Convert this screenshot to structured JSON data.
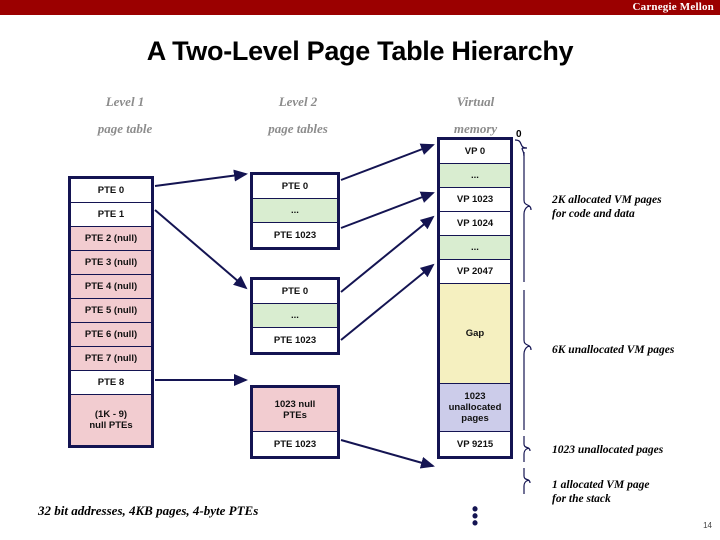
{
  "banner": {
    "org": "Carnegie Mellon"
  },
  "title": "A Two-Level Page Table Hierarchy",
  "columns": {
    "level1": {
      "line1": "Level 1",
      "line2": "page table"
    },
    "level2": {
      "line1": "Level 2",
      "line2": "page tables"
    },
    "virtual": {
      "line1": "Virtual",
      "line2": "memory"
    }
  },
  "level1_table": {
    "rows": [
      {
        "label": "PTE 0",
        "style": "white"
      },
      {
        "label": "PTE 1",
        "style": "white"
      },
      {
        "label": "PTE 2 (null)",
        "style": "pink"
      },
      {
        "label": "PTE 3 (null)",
        "style": "pink"
      },
      {
        "label": "PTE 4 (null)",
        "style": "pink"
      },
      {
        "label": "PTE 5 (null)",
        "style": "pink"
      },
      {
        "label": "PTE 6 (null)",
        "style": "pink"
      },
      {
        "label": "PTE 7 (null)",
        "style": "pink"
      },
      {
        "label": "PTE 8",
        "style": "white"
      }
    ],
    "last_row_line1": "(1K - 9)",
    "last_row_line2": "null PTEs"
  },
  "level2_tables": [
    {
      "rows": [
        {
          "label": "PTE 0",
          "style": "white"
        },
        {
          "label": "...",
          "style": "green"
        },
        {
          "label": "PTE 1023",
          "style": "white"
        }
      ]
    },
    {
      "rows": [
        {
          "label": "PTE 0",
          "style": "white"
        },
        {
          "label": "...",
          "style": "green"
        },
        {
          "label": "PTE 1023",
          "style": "white"
        }
      ]
    }
  ],
  "level2_null_table": {
    "null_line1": "1023 null",
    "null_line2": "PTEs",
    "last_label": "PTE 1023"
  },
  "virtual_memory": {
    "zero_label": "0",
    "rows": [
      {
        "label": "VP 0",
        "style": "white"
      },
      {
        "label": "...",
        "style": "green"
      },
      {
        "label": "VP 1023",
        "style": "white"
      },
      {
        "label": "VP 1024",
        "style": "white"
      },
      {
        "label": "...",
        "style": "green"
      },
      {
        "label": "VP 2047",
        "style": "white"
      }
    ],
    "gap_label": "Gap",
    "unalloc_line1": "1023",
    "unalloc_line2": "unallocated",
    "unalloc_line3": "pages",
    "last_label": "VP 9215",
    "ellipsis": "⋮"
  },
  "annotations": {
    "allocated_2k_line1": "2K allocated VM pages",
    "allocated_2k_line2": "for code and data",
    "unallocated_6k": "6K unallocated VM pages",
    "unallocated_1023": "1023 unallocated  pages",
    "stack_line1": "1 allocated VM page",
    "stack_line2": "for the stack"
  },
  "footer": {
    "note": "32 bit addresses, 4KB pages, 4-byte PTEs",
    "page_number": "14"
  },
  "colors": {
    "banner_red": "#9b0000",
    "border_navy": "#141452",
    "null_pink": "#f2ccd0",
    "ellipsis_green": "#d9edd0",
    "gap_yellow": "#f5f0c0",
    "unalloc_blue": "#ccccea",
    "header_gray": "#8c8c8c"
  }
}
